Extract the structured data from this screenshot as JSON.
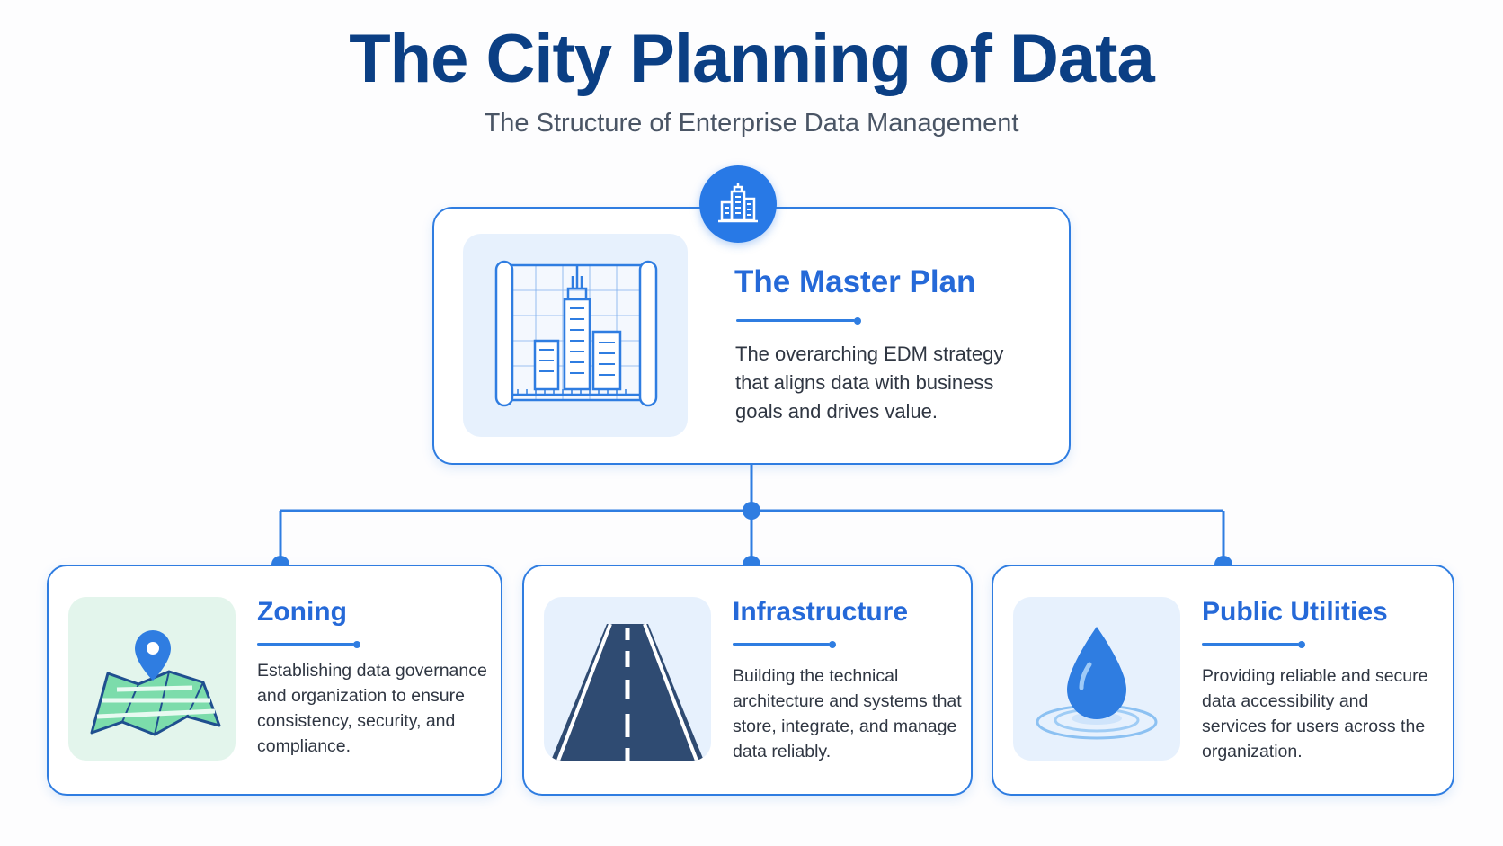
{
  "header": {
    "title": "The City Planning of Data",
    "subtitle": "The Structure of Enterprise Data Management"
  },
  "master": {
    "icon": "city-buildings-icon",
    "illustration": "blueprint-skyscrapers-icon",
    "title": "The Master Plan",
    "description": "The overarching EDM strategy that aligns data with business goals and drives value."
  },
  "children": [
    {
      "illustration": "map-pin-icon",
      "title": "Zoning",
      "description": "Establishing data governance and organization to ensure consistency, security, and compliance."
    },
    {
      "illustration": "road-icon",
      "title": "Infrastructure",
      "description": "Building the technical architecture and systems that store, integrate, and manage data reliably."
    },
    {
      "illustration": "water-drop-icon",
      "title": "Public Utilities",
      "description": "Providing reliable and secure data accessibility and services for users across the organization."
    }
  ],
  "colors": {
    "accent": "#2f7de1",
    "title": "#0b3f84",
    "card_title": "#2569d8",
    "road": "#2f4b72",
    "map_green": "#6fd6a1"
  }
}
